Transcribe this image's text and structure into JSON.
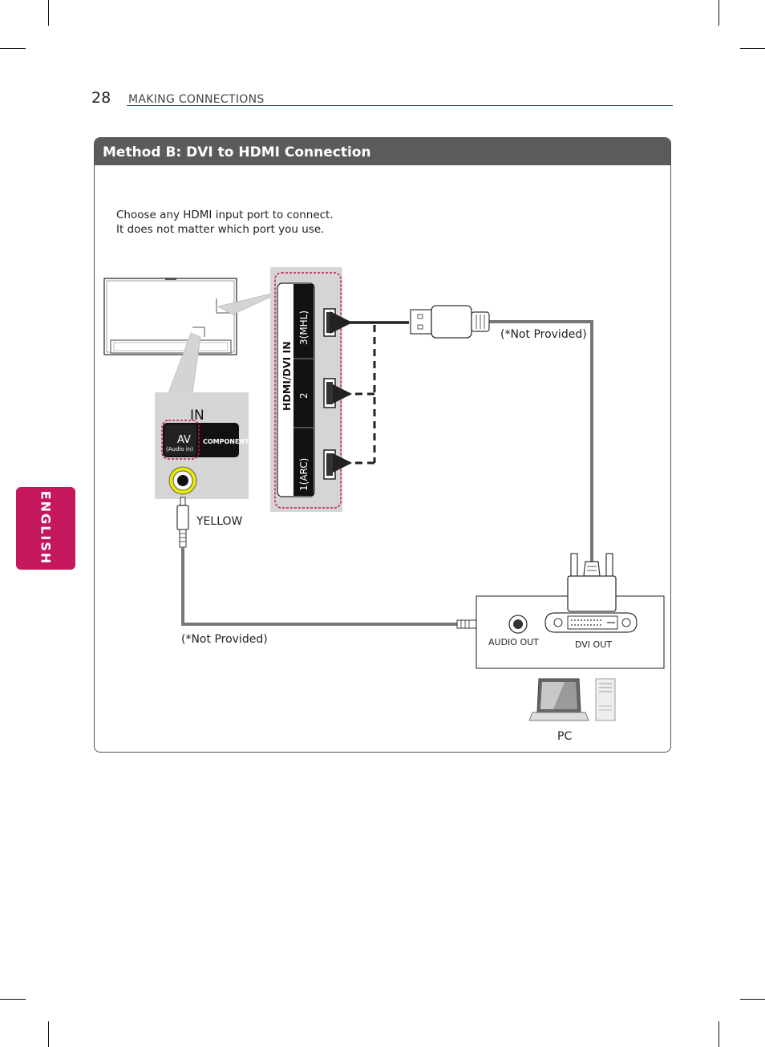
{
  "header": {
    "page_number": "28",
    "section_title": "MAKING CONNECTIONS"
  },
  "side_tab": {
    "label": "ENGLISH"
  },
  "panel": {
    "title": "Method B: DVI to HDMI Connection",
    "note_line1": "Choose any HDMI input port to connect.",
    "note_line2": "It does not matter which port you use."
  },
  "diagram": {
    "hdmi_label": "HDMI/DVI IN",
    "port_3": "3(MHL)",
    "port_2": "2",
    "port_1": "1(ARC)",
    "in_label": "IN",
    "av_label": "AV",
    "audio_in_label": "(Audio in)",
    "component_label": "COMPONENT",
    "yellow_label": "YELLOW",
    "not_provided_hdmi": "(*Not Provided)",
    "not_provided_audio": "(*Not Provided)",
    "audio_out_label": "AUDIO OUT",
    "dvi_out_label": "DVI OUT",
    "pc_label": "PC"
  }
}
